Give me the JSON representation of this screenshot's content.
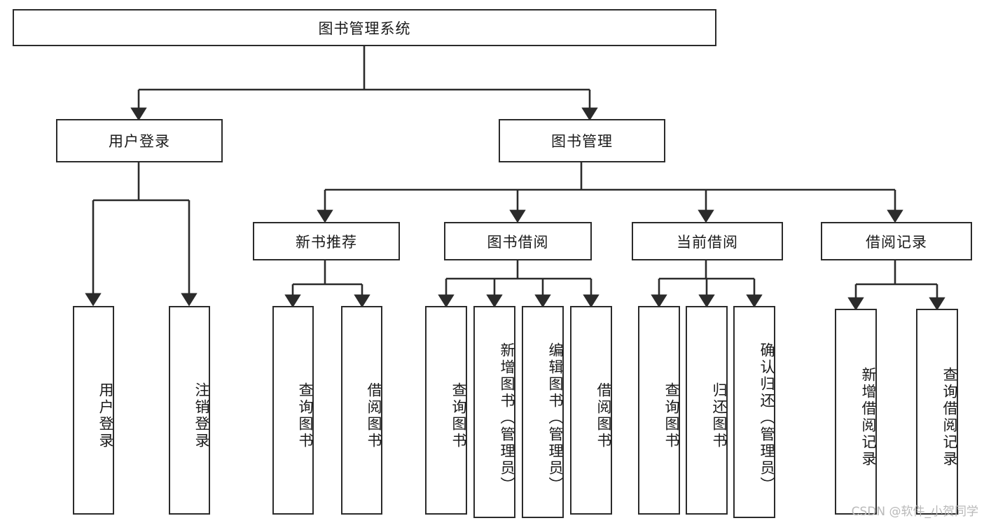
{
  "diagram": {
    "type": "tree",
    "title": "图书管理系统",
    "watermark": "CSDN @软件_小贺同学",
    "colors": {
      "background": "#ffffff",
      "stroke": "#2b2b2b",
      "text": "#1a1a1a",
      "watermark": "#b9b9b9"
    },
    "root": {
      "label": "图书管理系统"
    },
    "level2": [
      {
        "label": "用户登录"
      },
      {
        "label": "图书管理"
      }
    ],
    "level3": [
      {
        "label": "新书推荐"
      },
      {
        "label": "图书借阅"
      },
      {
        "label": "当前借阅"
      },
      {
        "label": "借阅记录"
      }
    ],
    "leaves": {
      "user_login": [
        {
          "label": "用户登录"
        },
        {
          "label": "注销登录"
        }
      ],
      "new_book_recommend": [
        {
          "label": "查询图书"
        },
        {
          "label": "借阅图书"
        }
      ],
      "book_borrow": [
        {
          "label": "查询图书"
        },
        {
          "label": "新增图书（管理员）"
        },
        {
          "label": "编辑图书（管理员）"
        },
        {
          "label": "借阅图书"
        }
      ],
      "current_borrow": [
        {
          "label": "查询图书"
        },
        {
          "label": "归还图书"
        },
        {
          "label": "确认归还（管理员）"
        }
      ],
      "borrow_record": [
        {
          "label": "新增借阅记录"
        },
        {
          "label": "查询借阅记录"
        }
      ]
    }
  }
}
